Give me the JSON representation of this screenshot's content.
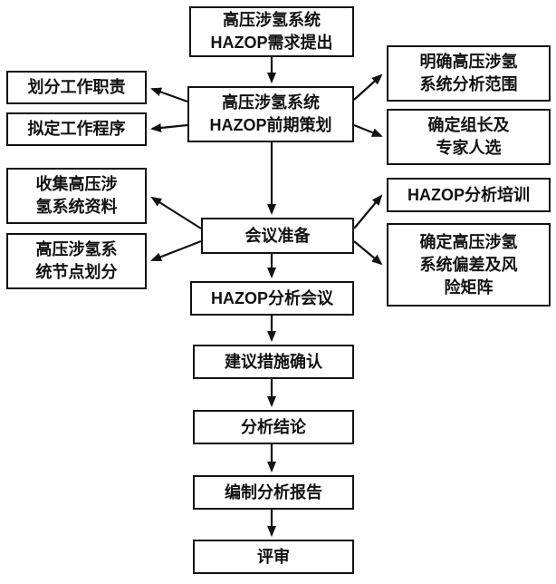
{
  "diagram": {
    "type": "flowchart",
    "colors": {
      "border": "#111111",
      "background": "#ffffff",
      "text": "#111111",
      "arrow": "#111111"
    },
    "nodes": [
      {
        "id": "hazop-requirement",
        "label": "高压涉氢系统\nHAZOP需求提出"
      },
      {
        "id": "hazop-preplanning",
        "label": "高压涉氢系统\nHAZOP前期策划"
      },
      {
        "id": "divide-responsibilities",
        "label": "划分工作职责"
      },
      {
        "id": "draft-procedures",
        "label": "拟定工作程序"
      },
      {
        "id": "define-analysis-scope",
        "label": "明确高压涉氢\n系统分析范围"
      },
      {
        "id": "select-leader-experts",
        "label": "确定组长及\n专家人选"
      },
      {
        "id": "collect-system-data",
        "label": "收集高压涉\n氢系统资料"
      },
      {
        "id": "node-division",
        "label": "高压涉氢系\n统节点划分"
      },
      {
        "id": "meeting-preparation",
        "label": "会议准备"
      },
      {
        "id": "hazop-training",
        "label": "HAZOP分析培训"
      },
      {
        "id": "deviation-risk-matrix",
        "label": "确定高压涉氢\n系统偏差及风\n险矩阵"
      },
      {
        "id": "hazop-meeting",
        "label": "HAZOP分析会议"
      },
      {
        "id": "measures-confirmation",
        "label": "建议措施确认"
      },
      {
        "id": "analysis-conclusion",
        "label": "分析结论"
      },
      {
        "id": "compile-report",
        "label": "编制分析报告"
      },
      {
        "id": "review",
        "label": "评审"
      }
    ],
    "edges": [
      {
        "from": "hazop-requirement",
        "to": "hazop-preplanning"
      },
      {
        "from": "hazop-preplanning",
        "to": "divide-responsibilities"
      },
      {
        "from": "hazop-preplanning",
        "to": "draft-procedures"
      },
      {
        "from": "hazop-preplanning",
        "to": "define-analysis-scope"
      },
      {
        "from": "hazop-preplanning",
        "to": "select-leader-experts"
      },
      {
        "from": "hazop-preplanning",
        "to": "meeting-preparation"
      },
      {
        "from": "meeting-preparation",
        "to": "collect-system-data"
      },
      {
        "from": "meeting-preparation",
        "to": "node-division"
      },
      {
        "from": "meeting-preparation",
        "to": "hazop-training"
      },
      {
        "from": "meeting-preparation",
        "to": "deviation-risk-matrix"
      },
      {
        "from": "meeting-preparation",
        "to": "hazop-meeting"
      },
      {
        "from": "hazop-meeting",
        "to": "measures-confirmation"
      },
      {
        "from": "measures-confirmation",
        "to": "analysis-conclusion"
      },
      {
        "from": "analysis-conclusion",
        "to": "compile-report"
      },
      {
        "from": "compile-report",
        "to": "review"
      }
    ]
  }
}
